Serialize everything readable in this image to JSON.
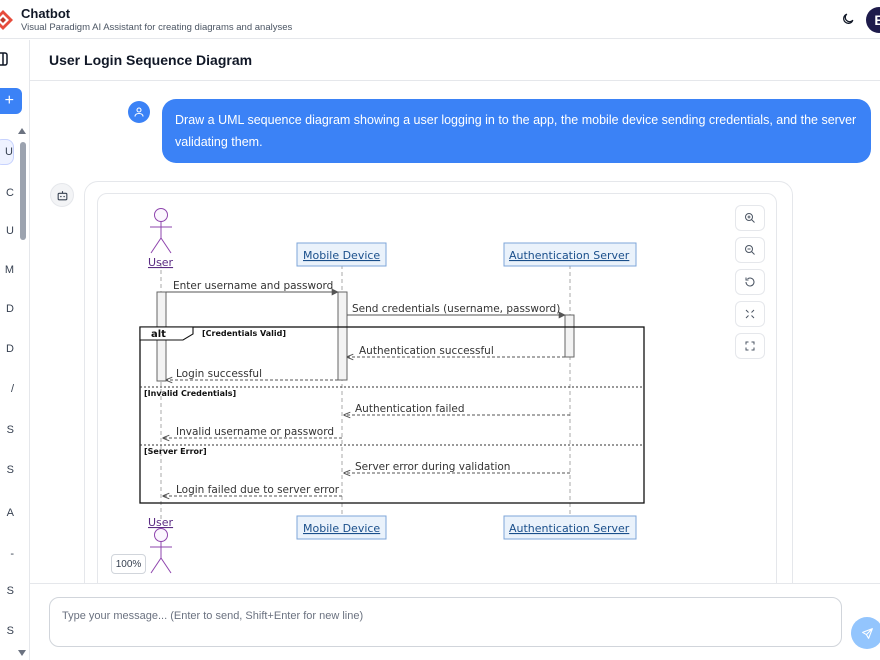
{
  "header": {
    "title": "Chatbot",
    "subtitle": "Visual Paradigm AI Assistant for creating diagrams and analyses",
    "avatar_letter": "E",
    "logo_icon": "visual-paradigm-logo-icon",
    "theme_icon": "moon-icon"
  },
  "sidebar": {
    "new_chat_label": "+",
    "history_initials": [
      "U",
      "C",
      "U",
      "M",
      "D",
      "D",
      "/",
      "S",
      "S",
      "A",
      "-",
      "S",
      "S"
    ]
  },
  "chat": {
    "title": "User Login Sequence Diagram",
    "user_message": "Draw a UML sequence diagram showing a user logging in to the app, the mobile device sending credentials, and the server validating them.",
    "zoom_level": "100%"
  },
  "diagram": {
    "actor": "User",
    "lifeline_device": "Mobile Device",
    "lifeline_server": "Authentication Server",
    "messages": {
      "m1": "Enter username and password",
      "m2": "Send credentials (username, password)",
      "m3": "Authentication successful",
      "m4": "Login successful",
      "m5": "Authentication failed",
      "m6": "Invalid username or password",
      "m7": "Server error during validation",
      "m8": "Login failed due to server error"
    },
    "fragment": {
      "operator": "alt",
      "guard1": "[Credentials Valid]",
      "guard2": "[Invalid Credentials]",
      "guard3": "[Server Error]"
    }
  },
  "composer": {
    "placeholder": "Type your message... (Enter to send, Shift+Enter for new line)"
  },
  "colors": {
    "accent": "#3b82f6",
    "actor": "#8e44ad",
    "lifeline_fill": "#eaf2fb",
    "lifeline_stroke": "#7ea6d8"
  }
}
